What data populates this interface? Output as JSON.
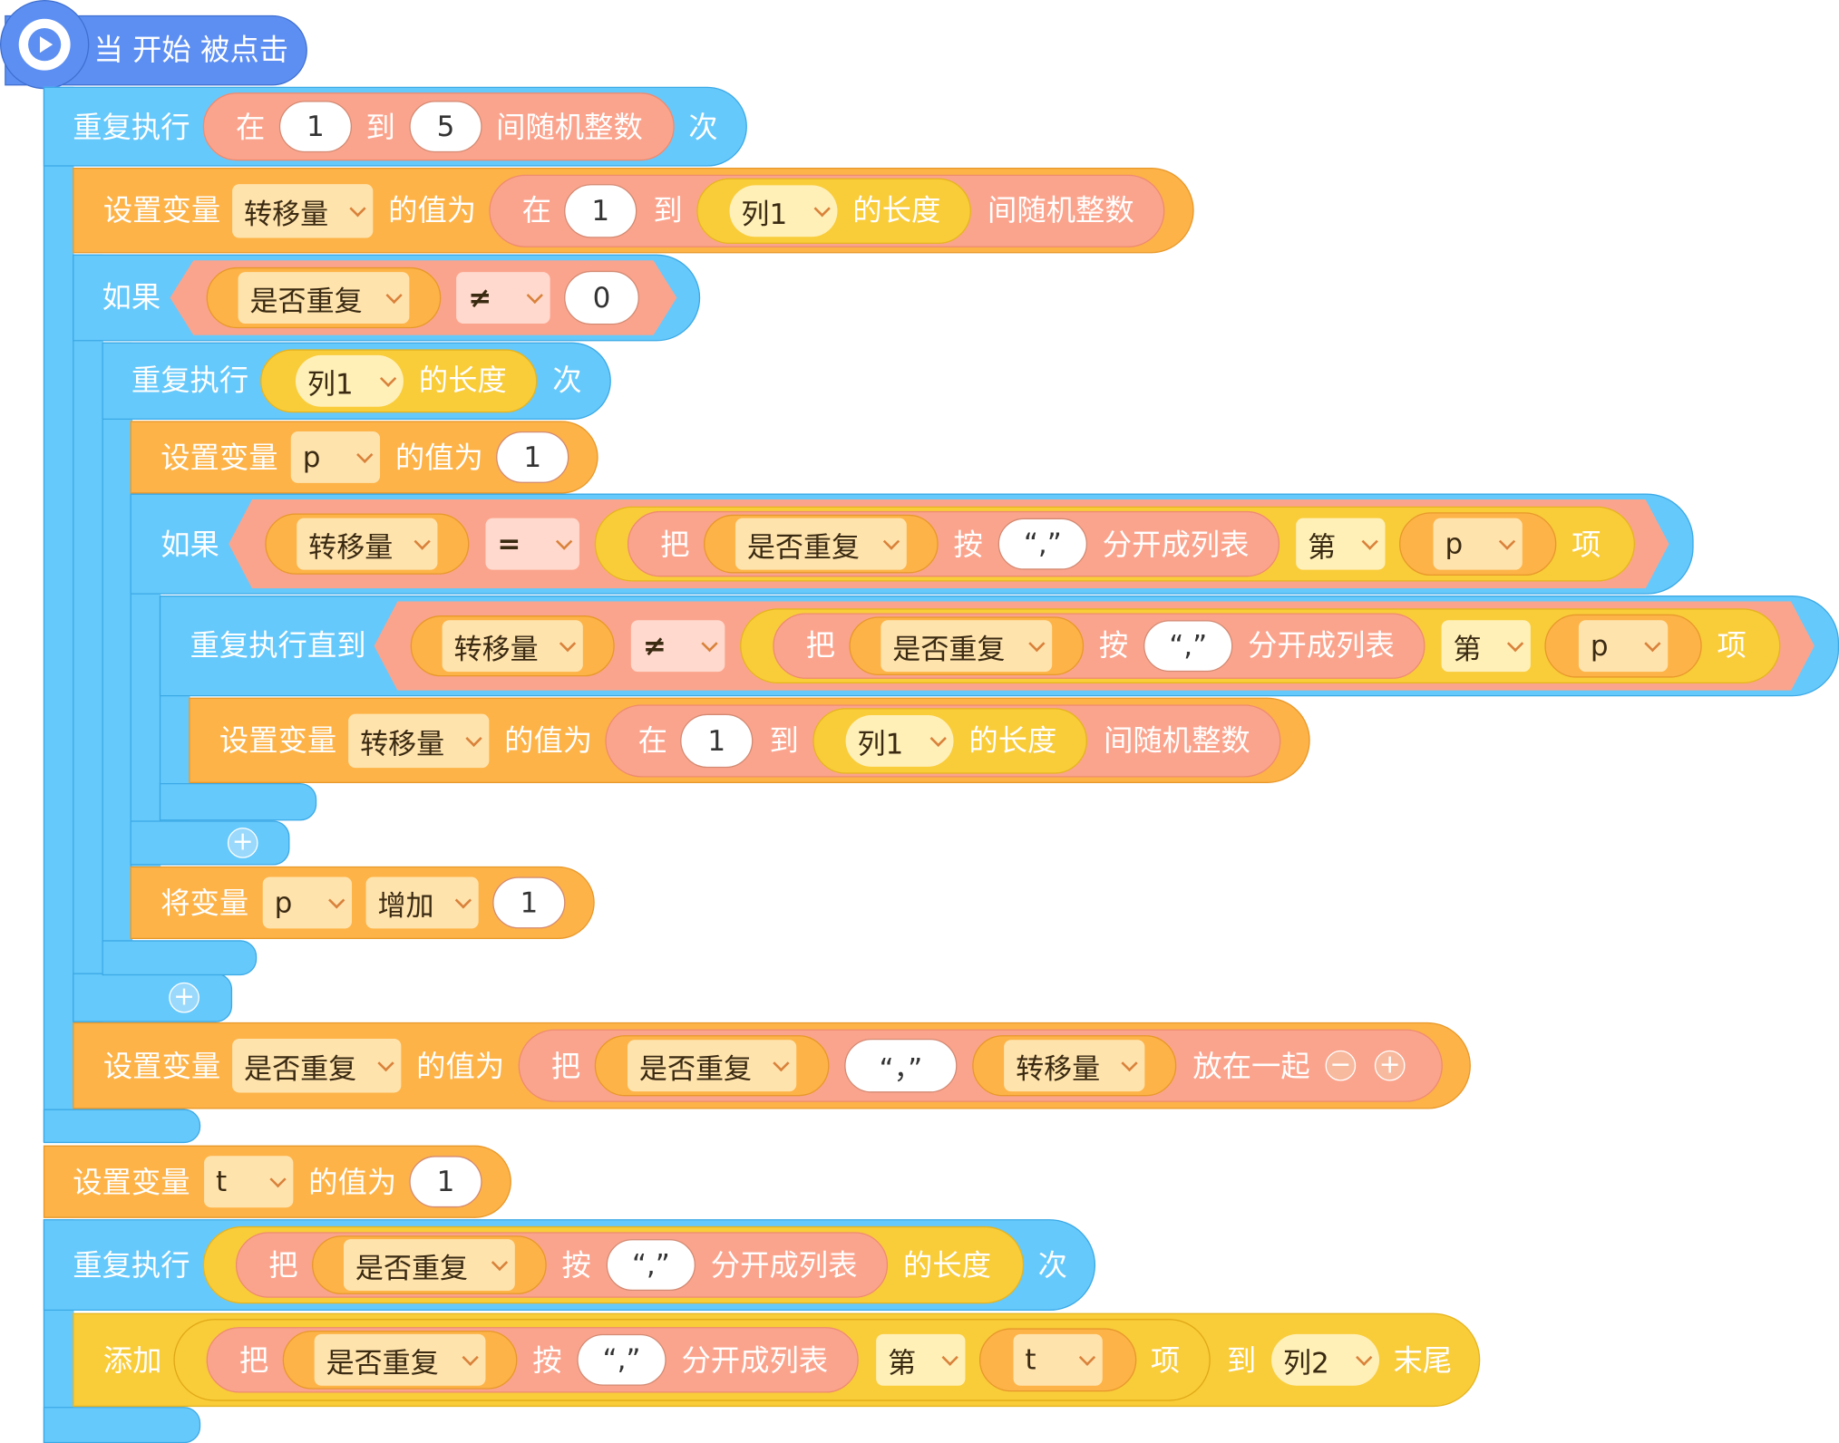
{
  "hat": {
    "label": "当 开始 被点击"
  },
  "loop1": {
    "label": "重复执行",
    "rand_in": "在",
    "from": "1",
    "to_label": "到",
    "to": "5",
    "between": "间随机整数",
    "times": "次"
  },
  "set_transfer": {
    "label": "设置变量",
    "var": "转移量",
    "value_label": "的值为",
    "in": "在",
    "from": "1",
    "to_label": "到",
    "list": "列1",
    "length": "的长度",
    "between": "间随机整数"
  },
  "if1": {
    "label": "如果",
    "var": "是否重复",
    "op": "≠",
    "value": "0"
  },
  "loop2": {
    "label": "重复执行",
    "list": "列1",
    "length": "的长度",
    "times": "次"
  },
  "set_p": {
    "label": "设置变量",
    "var": "p",
    "value_label": "的值为",
    "value": "1"
  },
  "if2": {
    "label": "如果",
    "var": "转移量",
    "op": "=",
    "take": "把",
    "src": "是否重复",
    "by": "按",
    "sep": "“,”",
    "split": "分开成列表",
    "nth": "第",
    "idx": "p",
    "item": "项"
  },
  "until": {
    "label": "重复执行直到",
    "var": "转移量",
    "op": "≠",
    "take": "把",
    "src": "是否重复",
    "by": "按",
    "sep": "“,”",
    "split": "分开成列表",
    "nth": "第",
    "idx": "p",
    "item": "项"
  },
  "set_transfer2": {
    "label": "设置变量",
    "var": "转移量",
    "value_label": "的值为",
    "in": "在",
    "from": "1",
    "to_label": "到",
    "list": "列1",
    "length": "的长度",
    "between": "间随机整数"
  },
  "change_p": {
    "label": "将变量",
    "var": "p",
    "op": "增加",
    "value": "1"
  },
  "set_repeat": {
    "label": "设置变量",
    "var": "是否重复",
    "value_label": "的值为",
    "take": "把",
    "a": "是否重复",
    "sep": "“，”",
    "b": "转移量",
    "join": "放在一起",
    "minus": "−",
    "plus": "+"
  },
  "set_t": {
    "label": "设置变量",
    "var": "t",
    "value_label": "的值为",
    "value": "1"
  },
  "loop3": {
    "label": "重复执行",
    "take": "把",
    "src": "是否重复",
    "by": "按",
    "sep": "“,”",
    "split": "分开成列表",
    "length": "的长度",
    "times": "次"
  },
  "add": {
    "label": "添加",
    "take": "把",
    "src": "是否重复",
    "by": "按",
    "sep": "“,”",
    "split": "分开成列表",
    "nth": "第",
    "idx": "t",
    "item": "项",
    "to": "到",
    "list": "列2",
    "end": "末尾"
  },
  "add_symbol": "+"
}
